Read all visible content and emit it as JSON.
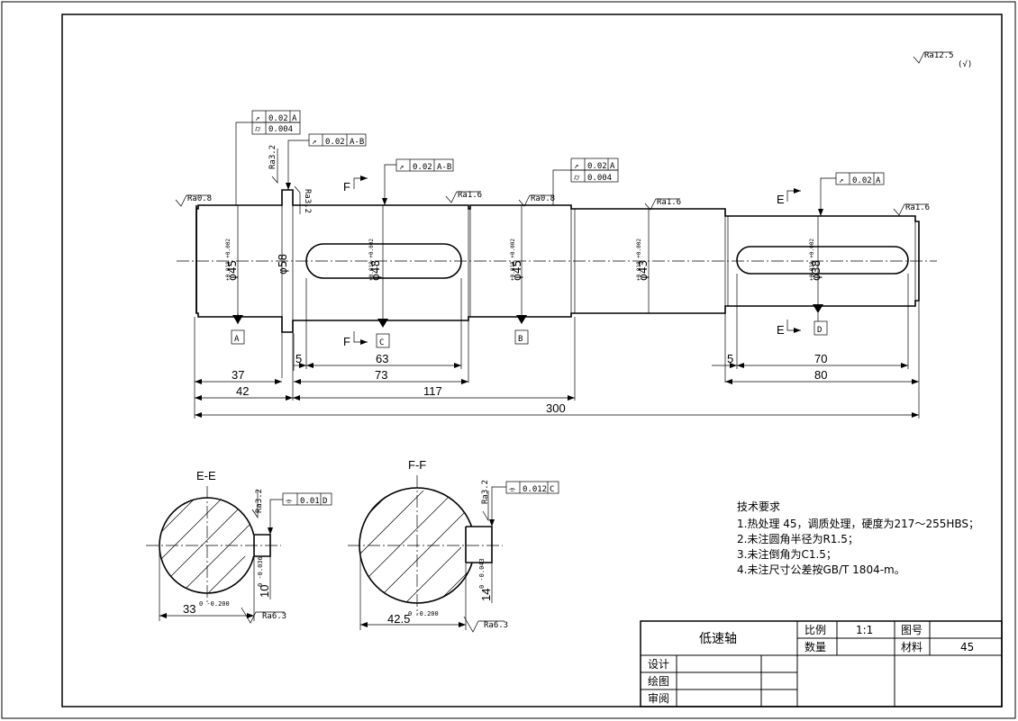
{
  "surface": {
    "global": "Ra12.5",
    "global_check": "(√)",
    "labels": [
      "Ra0.8",
      "Ra1.6",
      "Ra3.2",
      "Ra0.8",
      "Ra1.6",
      "Ra1.6",
      "Ra3.2",
      "Ra3.2",
      "Ra6.3",
      "Ra6.3"
    ]
  },
  "gdt": [
    {
      "sym": "↗",
      "val": "0.02",
      "datum": "A"
    },
    {
      "sym": "⌭",
      "val": "0.004",
      "datum": ""
    },
    {
      "sym": "↗",
      "val": "0.02",
      "datum": "A-B"
    },
    {
      "sym": "↗",
      "val": "0.02",
      "datum": "A-B"
    },
    {
      "sym": "↗",
      "val": "0.02",
      "datum": "A"
    },
    {
      "sym": "⌭",
      "val": "0.004",
      "datum": ""
    },
    {
      "sym": "↗",
      "val": "0.02",
      "datum": "A"
    },
    {
      "sym": "⌯",
      "val": "0.01",
      "datum": "D"
    },
    {
      "sym": "⌯",
      "val": "0.012",
      "datum": "C"
    }
  ],
  "datums": [
    "A",
    "C",
    "B",
    "D"
  ],
  "sections": {
    "f": "F",
    "e": "E",
    "ee": "E-E",
    "ff": "F-F"
  },
  "diameters": [
    {
      "nom": "φ45",
      "tol": "+0.018 +0.002"
    },
    {
      "nom": "φ58",
      "tol": ""
    },
    {
      "nom": "φ48",
      "tol": "+0.018 +0.002"
    },
    {
      "nom": "φ45",
      "tol": "+0.018 +0.002"
    },
    {
      "nom": "φ43",
      "tol": "+0.018 +0.002"
    },
    {
      "nom": "φ38",
      "tol": "+0.018 +0.002"
    }
  ],
  "dims": [
    "37",
    "5",
    "63",
    "5",
    "70",
    "42",
    "73",
    "117",
    "80",
    "300"
  ],
  "section_dims": {
    "ee_width": "33",
    "ee_width_tol": "0 -0.200",
    "ee_key": "10",
    "ee_key_tol": "0 -0.036",
    "ff_width": "42.5",
    "ff_width_tol": "0 -0.200",
    "ff_key": "14",
    "ff_key_tol": "0 -0.043"
  },
  "tech": {
    "title": "技术要求",
    "items": [
      "1.热处理 45，调质处理，硬度为217～255HBS；",
      "2.未注圆角半径为R1.5；",
      "3.未注倒角为C1.5；",
      "4.未注尺寸公差按GB/T 1804-m。"
    ]
  },
  "title_block": {
    "name": "低速轴",
    "scale_label": "比例",
    "scale": "1:1",
    "drawing_no_label": "图号",
    "drawing_no": "",
    "qty_label": "数量",
    "qty": "",
    "material_label": "材料",
    "material": "45",
    "design": "设计",
    "drawn": "绘图",
    "review": "审阅"
  }
}
